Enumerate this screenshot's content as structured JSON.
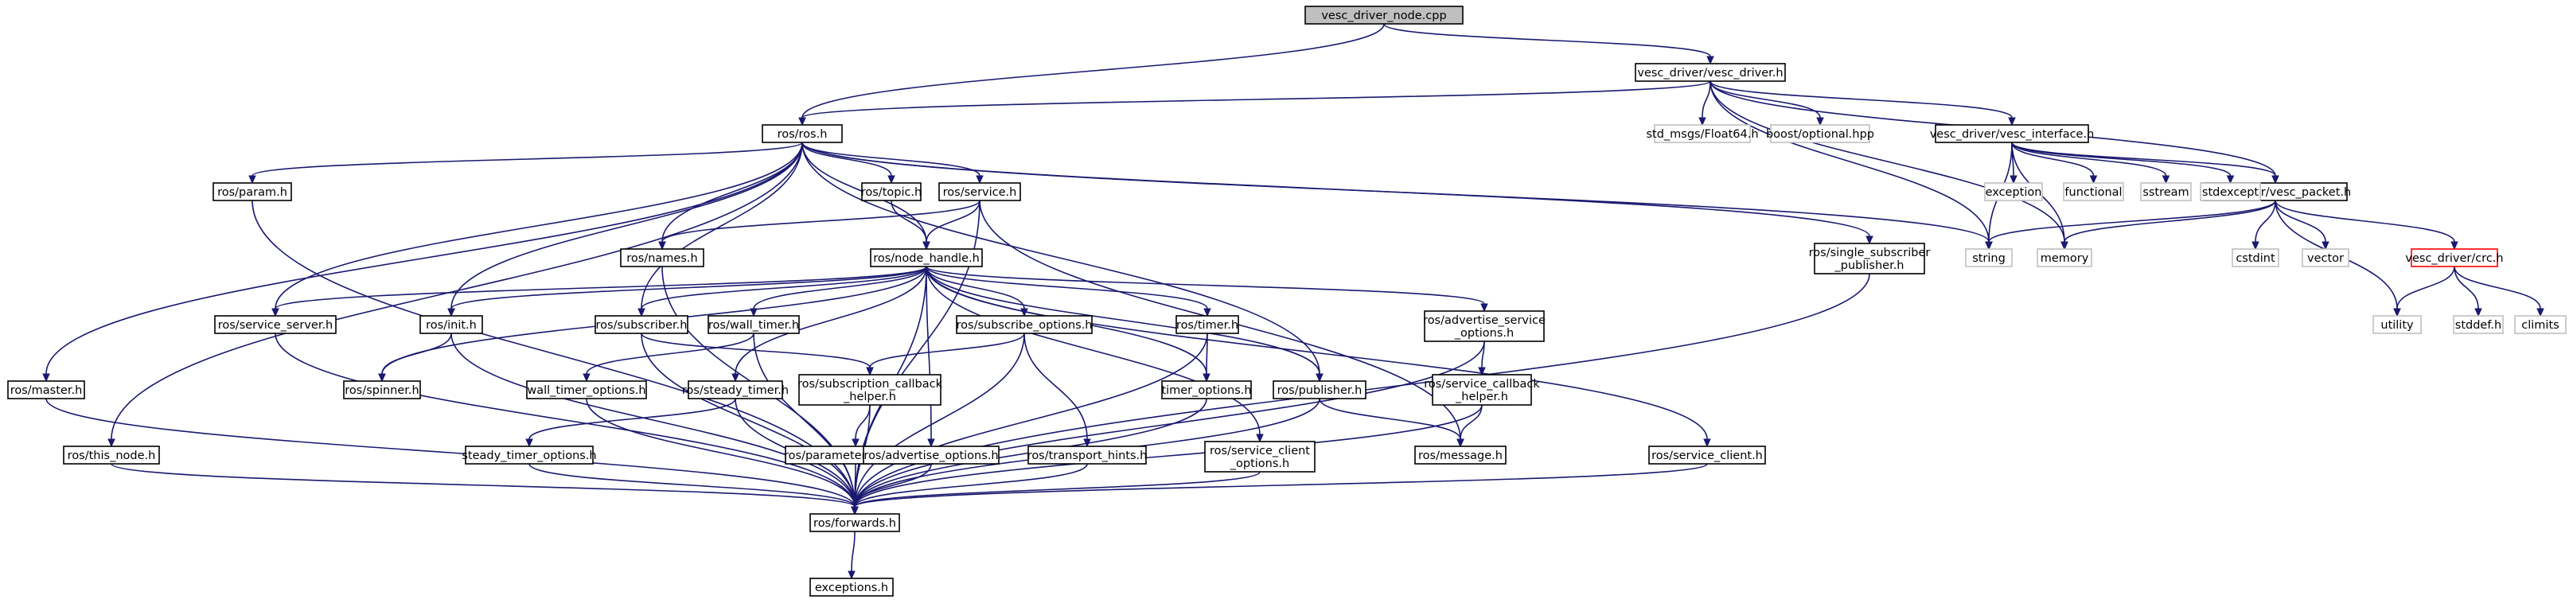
{
  "diagram": {
    "nodes": [
      {
        "id": "root",
        "lines": [
          "vesc_driver_node.cpp"
        ],
        "style": "root"
      },
      {
        "id": "vdrv",
        "lines": [
          "vesc_driver/vesc_driver.h"
        ],
        "style": "normal"
      },
      {
        "id": "ros",
        "lines": [
          "ros/ros.h"
        ],
        "style": "normal"
      },
      {
        "id": "f64",
        "lines": [
          "std_msgs/Float64.h"
        ],
        "style": "ext"
      },
      {
        "id": "bopt",
        "lines": [
          "boost/optional.hpp"
        ],
        "style": "ext"
      },
      {
        "id": "vif",
        "lines": [
          "vesc_driver/vesc_interface.h"
        ],
        "style": "normal"
      },
      {
        "id": "vpkt",
        "lines": [
          "vesc_driver/vesc_packet.h"
        ],
        "style": "normal"
      },
      {
        "id": "param",
        "lines": [
          "ros/param.h"
        ],
        "style": "normal"
      },
      {
        "id": "topic",
        "lines": [
          "ros/topic.h"
        ],
        "style": "normal"
      },
      {
        "id": "service",
        "lines": [
          "ros/service.h"
        ],
        "style": "normal"
      },
      {
        "id": "names",
        "lines": [
          "ros/names.h"
        ],
        "style": "normal"
      },
      {
        "id": "nh",
        "lines": [
          "ros/node_handle.h"
        ],
        "style": "normal"
      },
      {
        "id": "ssp",
        "lines": [
          "ros/single_subscriber",
          "_publisher.h"
        ],
        "style": "normal"
      },
      {
        "id": "string",
        "lines": [
          "string"
        ],
        "style": "ext"
      },
      {
        "id": "memory",
        "lines": [
          "memory"
        ],
        "style": "ext"
      },
      {
        "id": "exception",
        "lines": [
          "exception"
        ],
        "style": "ext"
      },
      {
        "id": "functional",
        "lines": [
          "functional"
        ],
        "style": "ext"
      },
      {
        "id": "sstream",
        "lines": [
          "sstream"
        ],
        "style": "ext"
      },
      {
        "id": "stdexcept",
        "lines": [
          "stdexcept"
        ],
        "style": "ext"
      },
      {
        "id": "cstdint",
        "lines": [
          "cstdint"
        ],
        "style": "ext"
      },
      {
        "id": "vector",
        "lines": [
          "vector"
        ],
        "style": "ext"
      },
      {
        "id": "crc",
        "lines": [
          "vesc_driver/crc.h"
        ],
        "style": "red"
      },
      {
        "id": "utility",
        "lines": [
          "utility"
        ],
        "style": "ext"
      },
      {
        "id": "stddef",
        "lines": [
          "stddef.h"
        ],
        "style": "ext"
      },
      {
        "id": "climits",
        "lines": [
          "climits"
        ],
        "style": "ext"
      },
      {
        "id": "srvsrv",
        "lines": [
          "ros/service_server.h"
        ],
        "style": "normal"
      },
      {
        "id": "init",
        "lines": [
          "ros/init.h"
        ],
        "style": "normal"
      },
      {
        "id": "sub",
        "lines": [
          "ros/subscriber.h"
        ],
        "style": "normal"
      },
      {
        "id": "wtimer",
        "lines": [
          "ros/wall_timer.h"
        ],
        "style": "normal"
      },
      {
        "id": "subopt",
        "lines": [
          "ros/subscribe_options.h"
        ],
        "style": "normal"
      },
      {
        "id": "timer",
        "lines": [
          "ros/timer.h"
        ],
        "style": "normal"
      },
      {
        "id": "advsrvopt",
        "lines": [
          "ros/advertise_service",
          "_options.h"
        ],
        "style": "normal"
      },
      {
        "id": "master",
        "lines": [
          "ros/master.h"
        ],
        "style": "normal"
      },
      {
        "id": "spinner",
        "lines": [
          "ros/spinner.h"
        ],
        "style": "normal"
      },
      {
        "id": "wtopt",
        "lines": [
          "wall_timer_options.h"
        ],
        "style": "normal"
      },
      {
        "id": "stimer",
        "lines": [
          "ros/steady_timer.h"
        ],
        "style": "normal"
      },
      {
        "id": "scbh",
        "lines": [
          "ros/subscription_callback",
          "_helper.h"
        ],
        "style": "normal"
      },
      {
        "id": "topt",
        "lines": [
          "timer_options.h"
        ],
        "style": "normal"
      },
      {
        "id": "pub",
        "lines": [
          "ros/publisher.h"
        ],
        "style": "normal"
      },
      {
        "id": "svcbh",
        "lines": [
          "ros/service_callback",
          "_helper.h"
        ],
        "style": "normal"
      },
      {
        "id": "thisnode",
        "lines": [
          "ros/this_node.h"
        ],
        "style": "normal"
      },
      {
        "id": "stopt",
        "lines": [
          "steady_timer_options.h"
        ],
        "style": "normal"
      },
      {
        "id": "padapt",
        "lines": [
          "ros/parameter_adapter.h"
        ],
        "style": "normal"
      },
      {
        "id": "advopt",
        "lines": [
          "ros/advertise_options.h"
        ],
        "style": "normal"
      },
      {
        "id": "thints",
        "lines": [
          "ros/transport_hints.h"
        ],
        "style": "normal"
      },
      {
        "id": "sclopt",
        "lines": [
          "ros/service_client",
          "_options.h"
        ],
        "style": "normal"
      },
      {
        "id": "msg",
        "lines": [
          "ros/message.h"
        ],
        "style": "normal"
      },
      {
        "id": "sclient",
        "lines": [
          "ros/service_client.h"
        ],
        "style": "normal"
      },
      {
        "id": "fwd",
        "lines": [
          "ros/forwards.h"
        ],
        "style": "normal"
      },
      {
        "id": "exc",
        "lines": [
          "exceptions.h"
        ],
        "style": "normal"
      }
    ],
    "edges": [
      [
        "root",
        "vdrv"
      ],
      [
        "root",
        "ros"
      ],
      [
        "vdrv",
        "ros"
      ],
      [
        "vdrv",
        "f64"
      ],
      [
        "vdrv",
        "bopt"
      ],
      [
        "vdrv",
        "vif"
      ],
      [
        "vdrv",
        "vpkt"
      ],
      [
        "vdrv",
        "string"
      ],
      [
        "vdrv",
        "memory"
      ],
      [
        "vif",
        "vpkt"
      ],
      [
        "vif",
        "exception"
      ],
      [
        "vif",
        "functional"
      ],
      [
        "vif",
        "sstream"
      ],
      [
        "vif",
        "stdexcept"
      ],
      [
        "vif",
        "string"
      ],
      [
        "vif",
        "memory"
      ],
      [
        "vpkt",
        "string"
      ],
      [
        "vpkt",
        "memory"
      ],
      [
        "vpkt",
        "cstdint"
      ],
      [
        "vpkt",
        "vector"
      ],
      [
        "vpkt",
        "crc"
      ],
      [
        "vpkt",
        "utility"
      ],
      [
        "crc",
        "utility"
      ],
      [
        "crc",
        "stddef"
      ],
      [
        "crc",
        "climits"
      ],
      [
        "ros",
        "param"
      ],
      [
        "ros",
        "topic"
      ],
      [
        "ros",
        "service"
      ],
      [
        "ros",
        "names"
      ],
      [
        "ros",
        "nh"
      ],
      [
        "ros",
        "ssp"
      ],
      [
        "ros",
        "init"
      ],
      [
        "ros",
        "sub"
      ],
      [
        "ros",
        "pub"
      ],
      [
        "ros",
        "srvsrv"
      ],
      [
        "ros",
        "master"
      ],
      [
        "ros",
        "thisnode"
      ],
      [
        "ros",
        "string"
      ],
      [
        "param",
        "fwd"
      ],
      [
        "topic",
        "nh"
      ],
      [
        "service",
        "nh"
      ],
      [
        "service",
        "names"
      ],
      [
        "service",
        "msg"
      ],
      [
        "service",
        "fwd"
      ],
      [
        "names",
        "fwd"
      ],
      [
        "ssp",
        "fwd"
      ],
      [
        "nh",
        "srvsrv"
      ],
      [
        "nh",
        "init"
      ],
      [
        "nh",
        "spinner"
      ],
      [
        "nh",
        "sub"
      ],
      [
        "nh",
        "wtimer"
      ],
      [
        "nh",
        "stimer"
      ],
      [
        "nh",
        "advopt"
      ],
      [
        "nh",
        "subopt"
      ],
      [
        "nh",
        "sclopt"
      ],
      [
        "nh",
        "timer"
      ],
      [
        "nh",
        "topt"
      ],
      [
        "nh",
        "pub"
      ],
      [
        "nh",
        "advsrvopt"
      ],
      [
        "nh",
        "sclient"
      ],
      [
        "nh",
        "fwd"
      ],
      [
        "srvsrv",
        "fwd"
      ],
      [
        "init",
        "spinner"
      ],
      [
        "init",
        "fwd"
      ],
      [
        "sub",
        "scbh"
      ],
      [
        "sub",
        "fwd"
      ],
      [
        "wtimer",
        "wtopt"
      ],
      [
        "wtimer",
        "fwd"
      ],
      [
        "subopt",
        "scbh"
      ],
      [
        "subopt",
        "thints"
      ],
      [
        "subopt",
        "fwd"
      ],
      [
        "timer",
        "topt"
      ],
      [
        "timer",
        "fwd"
      ],
      [
        "advsrvopt",
        "svcbh"
      ],
      [
        "advsrvopt",
        "fwd"
      ],
      [
        "master",
        "fwd"
      ],
      [
        "wtopt",
        "fwd"
      ],
      [
        "stimer",
        "stopt"
      ],
      [
        "stimer",
        "fwd"
      ],
      [
        "scbh",
        "padapt"
      ],
      [
        "scbh",
        "fwd"
      ],
      [
        "topt",
        "fwd"
      ],
      [
        "pub",
        "msg"
      ],
      [
        "pub",
        "fwd"
      ],
      [
        "svcbh",
        "msg"
      ],
      [
        "svcbh",
        "fwd"
      ],
      [
        "thisnode",
        "fwd"
      ],
      [
        "stopt",
        "fwd"
      ],
      [
        "padapt",
        "fwd"
      ],
      [
        "advopt",
        "fwd"
      ],
      [
        "thints",
        "fwd"
      ],
      [
        "sclopt",
        "fwd"
      ],
      [
        "sclient",
        "fwd"
      ],
      [
        "fwd",
        "exc"
      ]
    ]
  }
}
